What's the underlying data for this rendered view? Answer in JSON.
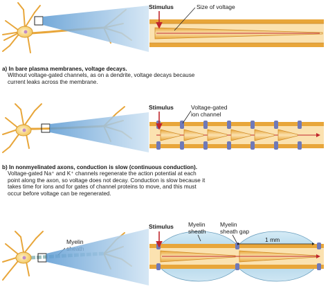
{
  "panels": [
    {
      "caption_title": "a) In bare plasma membranes, voltage decays.",
      "caption_body": "Without voltage-gated channels, as on a dendrite, voltage decays because current leaks across the membrane.",
      "labels": {
        "stimulus": "Stimulus",
        "voltage": "Size of voltage"
      }
    },
    {
      "caption_title": "b) In nonmyelinated axons, conduction is slow (continuous conduction).",
      "caption_body": "Voltage-gated Na⁺ and K⁺ channels regenerate the action potential at each point along the axon, so voltage does not decay. Conduction is slow because it takes time for ions and for gates of channel proteins to move, and this must occur before voltage can be regenerated.",
      "labels": {
        "stimulus": "Stimulus",
        "channel": "Voltage-gated ion channel"
      }
    },
    {
      "labels": {
        "stimulus": "Stimulus",
        "sheath": "Myelin sheath",
        "gap": "Myelin sheath gap",
        "scale": "1 mm",
        "neuron_sheath": "Myelin sheath"
      }
    }
  ],
  "colors": {
    "axon_orange": "#e8a63a",
    "axon_light": "#fbe2b0",
    "membrane_purple": "#6f79b8",
    "myelin_blue": "#b9dced",
    "arrow_red": "#c0262c",
    "banner_blue": "#a8cbe6"
  }
}
